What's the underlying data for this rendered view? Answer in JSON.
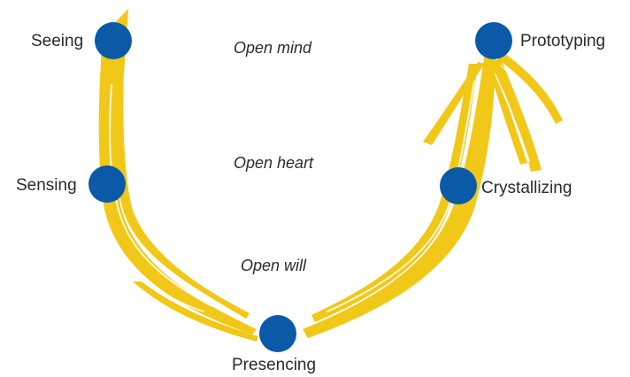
{
  "diagram": {
    "colors": {
      "stroke": "#f1c817",
      "stroke_dark": "#e0b80f",
      "node": "#0a5aa8",
      "text": "#2a2a2a",
      "background": "#ffffff"
    },
    "nodes": {
      "seeing": {
        "label": "Seeing"
      },
      "sensing": {
        "label": "Sensing"
      },
      "presencing": {
        "label": "Presencing"
      },
      "crystallizing": {
        "label": "Crystallizing"
      },
      "prototyping": {
        "label": "Prototyping"
      }
    },
    "center_labels": {
      "open_mind": "Open mind",
      "open_heart": "Open heart",
      "open_will": "Open will"
    }
  }
}
